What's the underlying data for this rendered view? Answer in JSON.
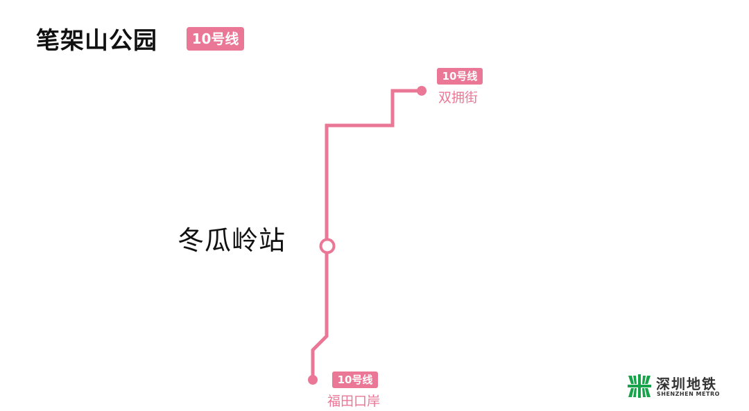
{
  "header": {
    "title": "笔架山公园",
    "line_badge": "10号线"
  },
  "current_station": {
    "name": "冬瓜岭站"
  },
  "line": {
    "color": "#ea7796",
    "name": "10号线"
  },
  "terminals": {
    "north": {
      "badge": "10号线",
      "name": "双拥街"
    },
    "south": {
      "badge": "10号线",
      "name": "福田口岸"
    }
  },
  "logo": {
    "name_cn": "深圳地铁",
    "name_en": "SHENZHEN METRO",
    "color": "#17a34a",
    "icon": "shenzhen-metro-logo-icon"
  }
}
